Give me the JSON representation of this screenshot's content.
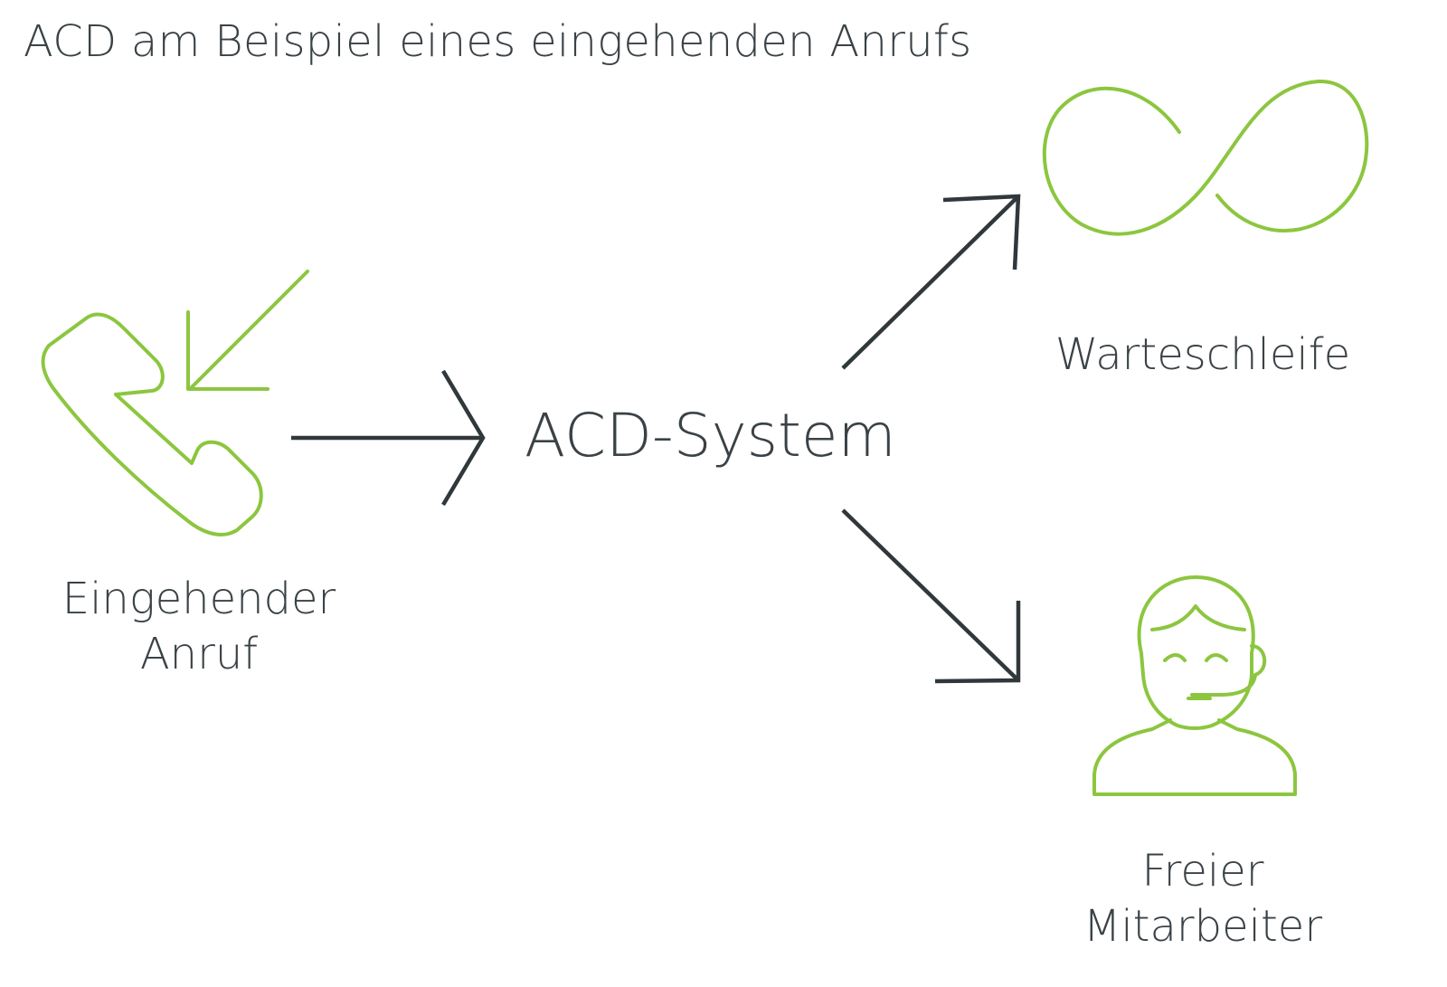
{
  "title": "ACD am Beispiel eines eingehenden Anrufs",
  "nodes": {
    "incoming_call": {
      "line1": "Eingehender",
      "line2": "Anruf",
      "icon": "phone-incoming-icon"
    },
    "acd_system": {
      "label": "ACD-System"
    },
    "queue": {
      "label": "Warteschleife",
      "icon": "infinity-icon"
    },
    "free_agent": {
      "line1": "Freier",
      "line2": "Mitarbeiter",
      "icon": "headset-agent-icon"
    }
  },
  "edges": [
    {
      "from": "incoming_call",
      "to": "acd_system"
    },
    {
      "from": "acd_system",
      "to": "queue"
    },
    {
      "from": "acd_system",
      "to": "free_agent"
    }
  ],
  "colors": {
    "accent_green": "#8cc63f",
    "arrow_dark": "#30383c",
    "text": "#3a4246"
  }
}
